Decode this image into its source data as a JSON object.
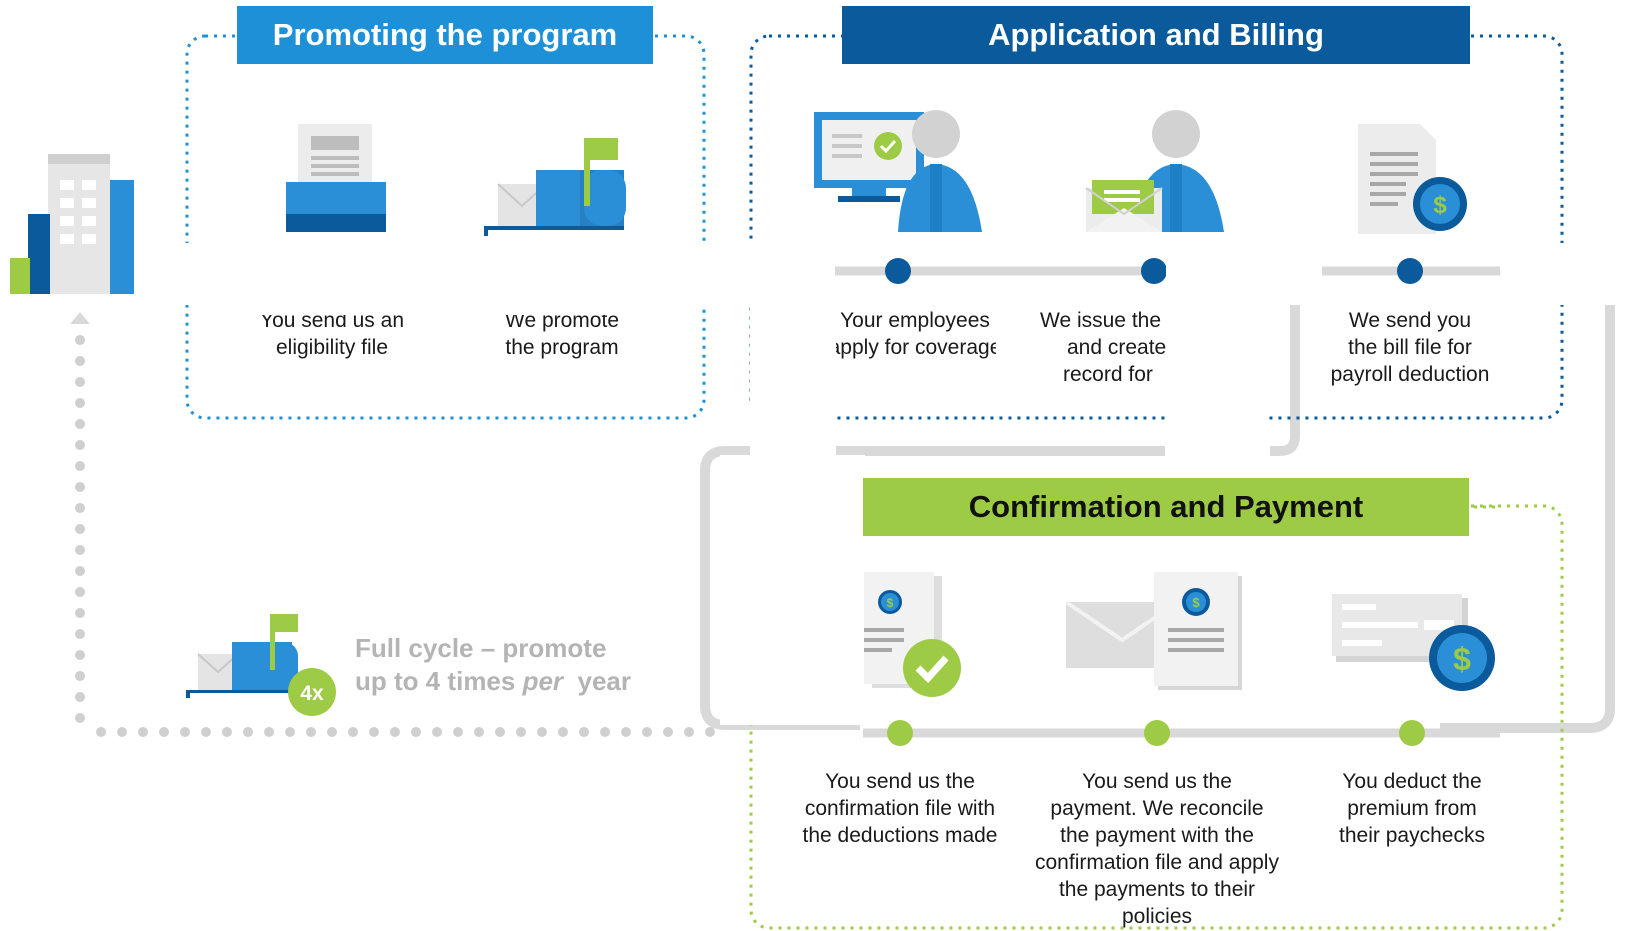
{
  "banners": {
    "promoting": "Promoting the program",
    "application": "Application and Billing",
    "confirmation": "Confirmation and Payment"
  },
  "colors": {
    "light_blue": "#1e90d8",
    "dark_blue": "#0a5a9c",
    "mid_blue": "#2a8fd6",
    "green": "#9ecb45",
    "gray": "#d9d9d9",
    "dot_gray": "#cfcfcf"
  },
  "steps": {
    "eligibility": [
      "You send us an",
      "eligibility file"
    ],
    "promote": [
      "We promote",
      "the program"
    ],
    "apply": [
      "Your employees",
      "apply for coverage"
    ],
    "issue": [
      "We issue the",
      "and create",
      "record for"
    ],
    "bill": [
      "We send you",
      "the bill file for",
      "payroll deduction"
    ],
    "confirm_file": [
      "You send us the",
      "confirmation file with",
      "the deductions made"
    ],
    "payment": [
      "You send us the",
      "payment. We reconcile",
      "the payment with the",
      "confirmation file and apply",
      "the payments to their",
      "policies"
    ],
    "deduct": [
      "You deduct the",
      "premium from",
      "their paychecks"
    ]
  },
  "full_cycle": {
    "line1": "Full cycle – promote",
    "line2_pre": "up to 4 times ",
    "line2_em": "per",
    "line2_post": "  year",
    "badge": "4x"
  },
  "icons": {
    "dollar": "$"
  }
}
